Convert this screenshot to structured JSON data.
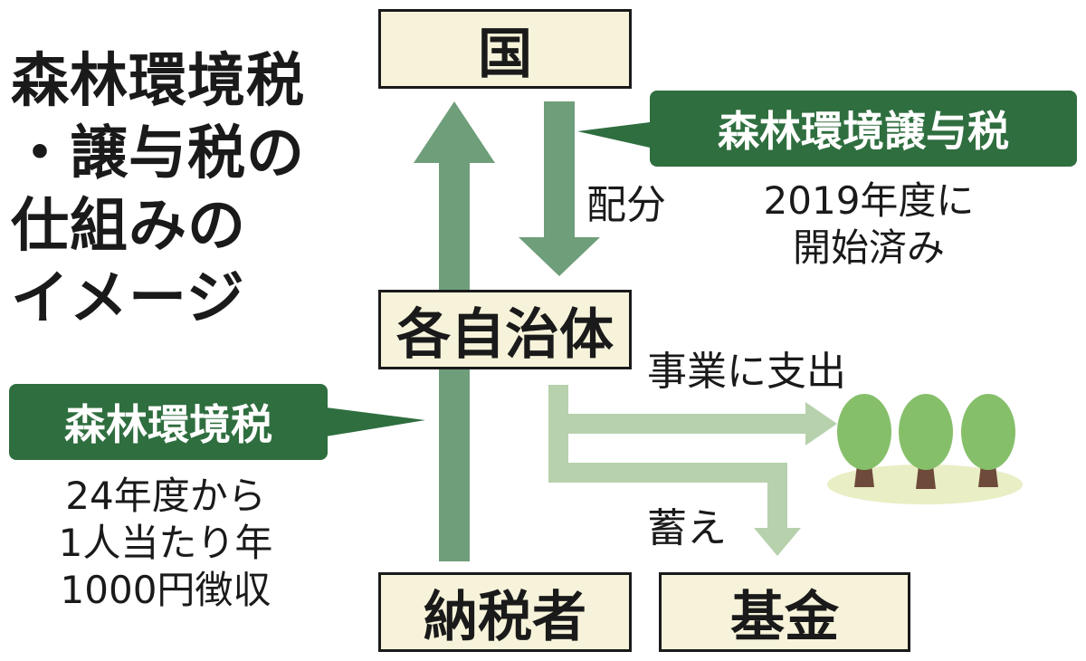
{
  "title": {
    "line1": "森林環境税",
    "line2": "・譲与税の",
    "line3": "仕組みの",
    "line4": "イメージ"
  },
  "nodes": {
    "national": "国",
    "local_governments": "各自治体",
    "taxpayers": "納税者",
    "fund": "基金"
  },
  "callouts": {
    "transfer_tax": "森林環境譲与税",
    "forest_tax": "森林環境税"
  },
  "notes": {
    "distribution": "配分",
    "started_line1": "2019年度に",
    "started_line2": "開始済み",
    "spending": "事業に支出",
    "savings": "蓄え",
    "forest_tax_line1": "24年度から",
    "forest_tax_line2": "1人当たり年",
    "forest_tax_line3": "1000円徴収"
  },
  "colors": {
    "box_fill": "#f6f3da",
    "callout_green": "#2f6e3f",
    "arrow_dark": "#6f9e7a",
    "arrow_light": "#b7d1ad",
    "tree_green": "#86bf6a",
    "trunk_brown": "#6d4a3a",
    "ground": "#e9eec5"
  }
}
